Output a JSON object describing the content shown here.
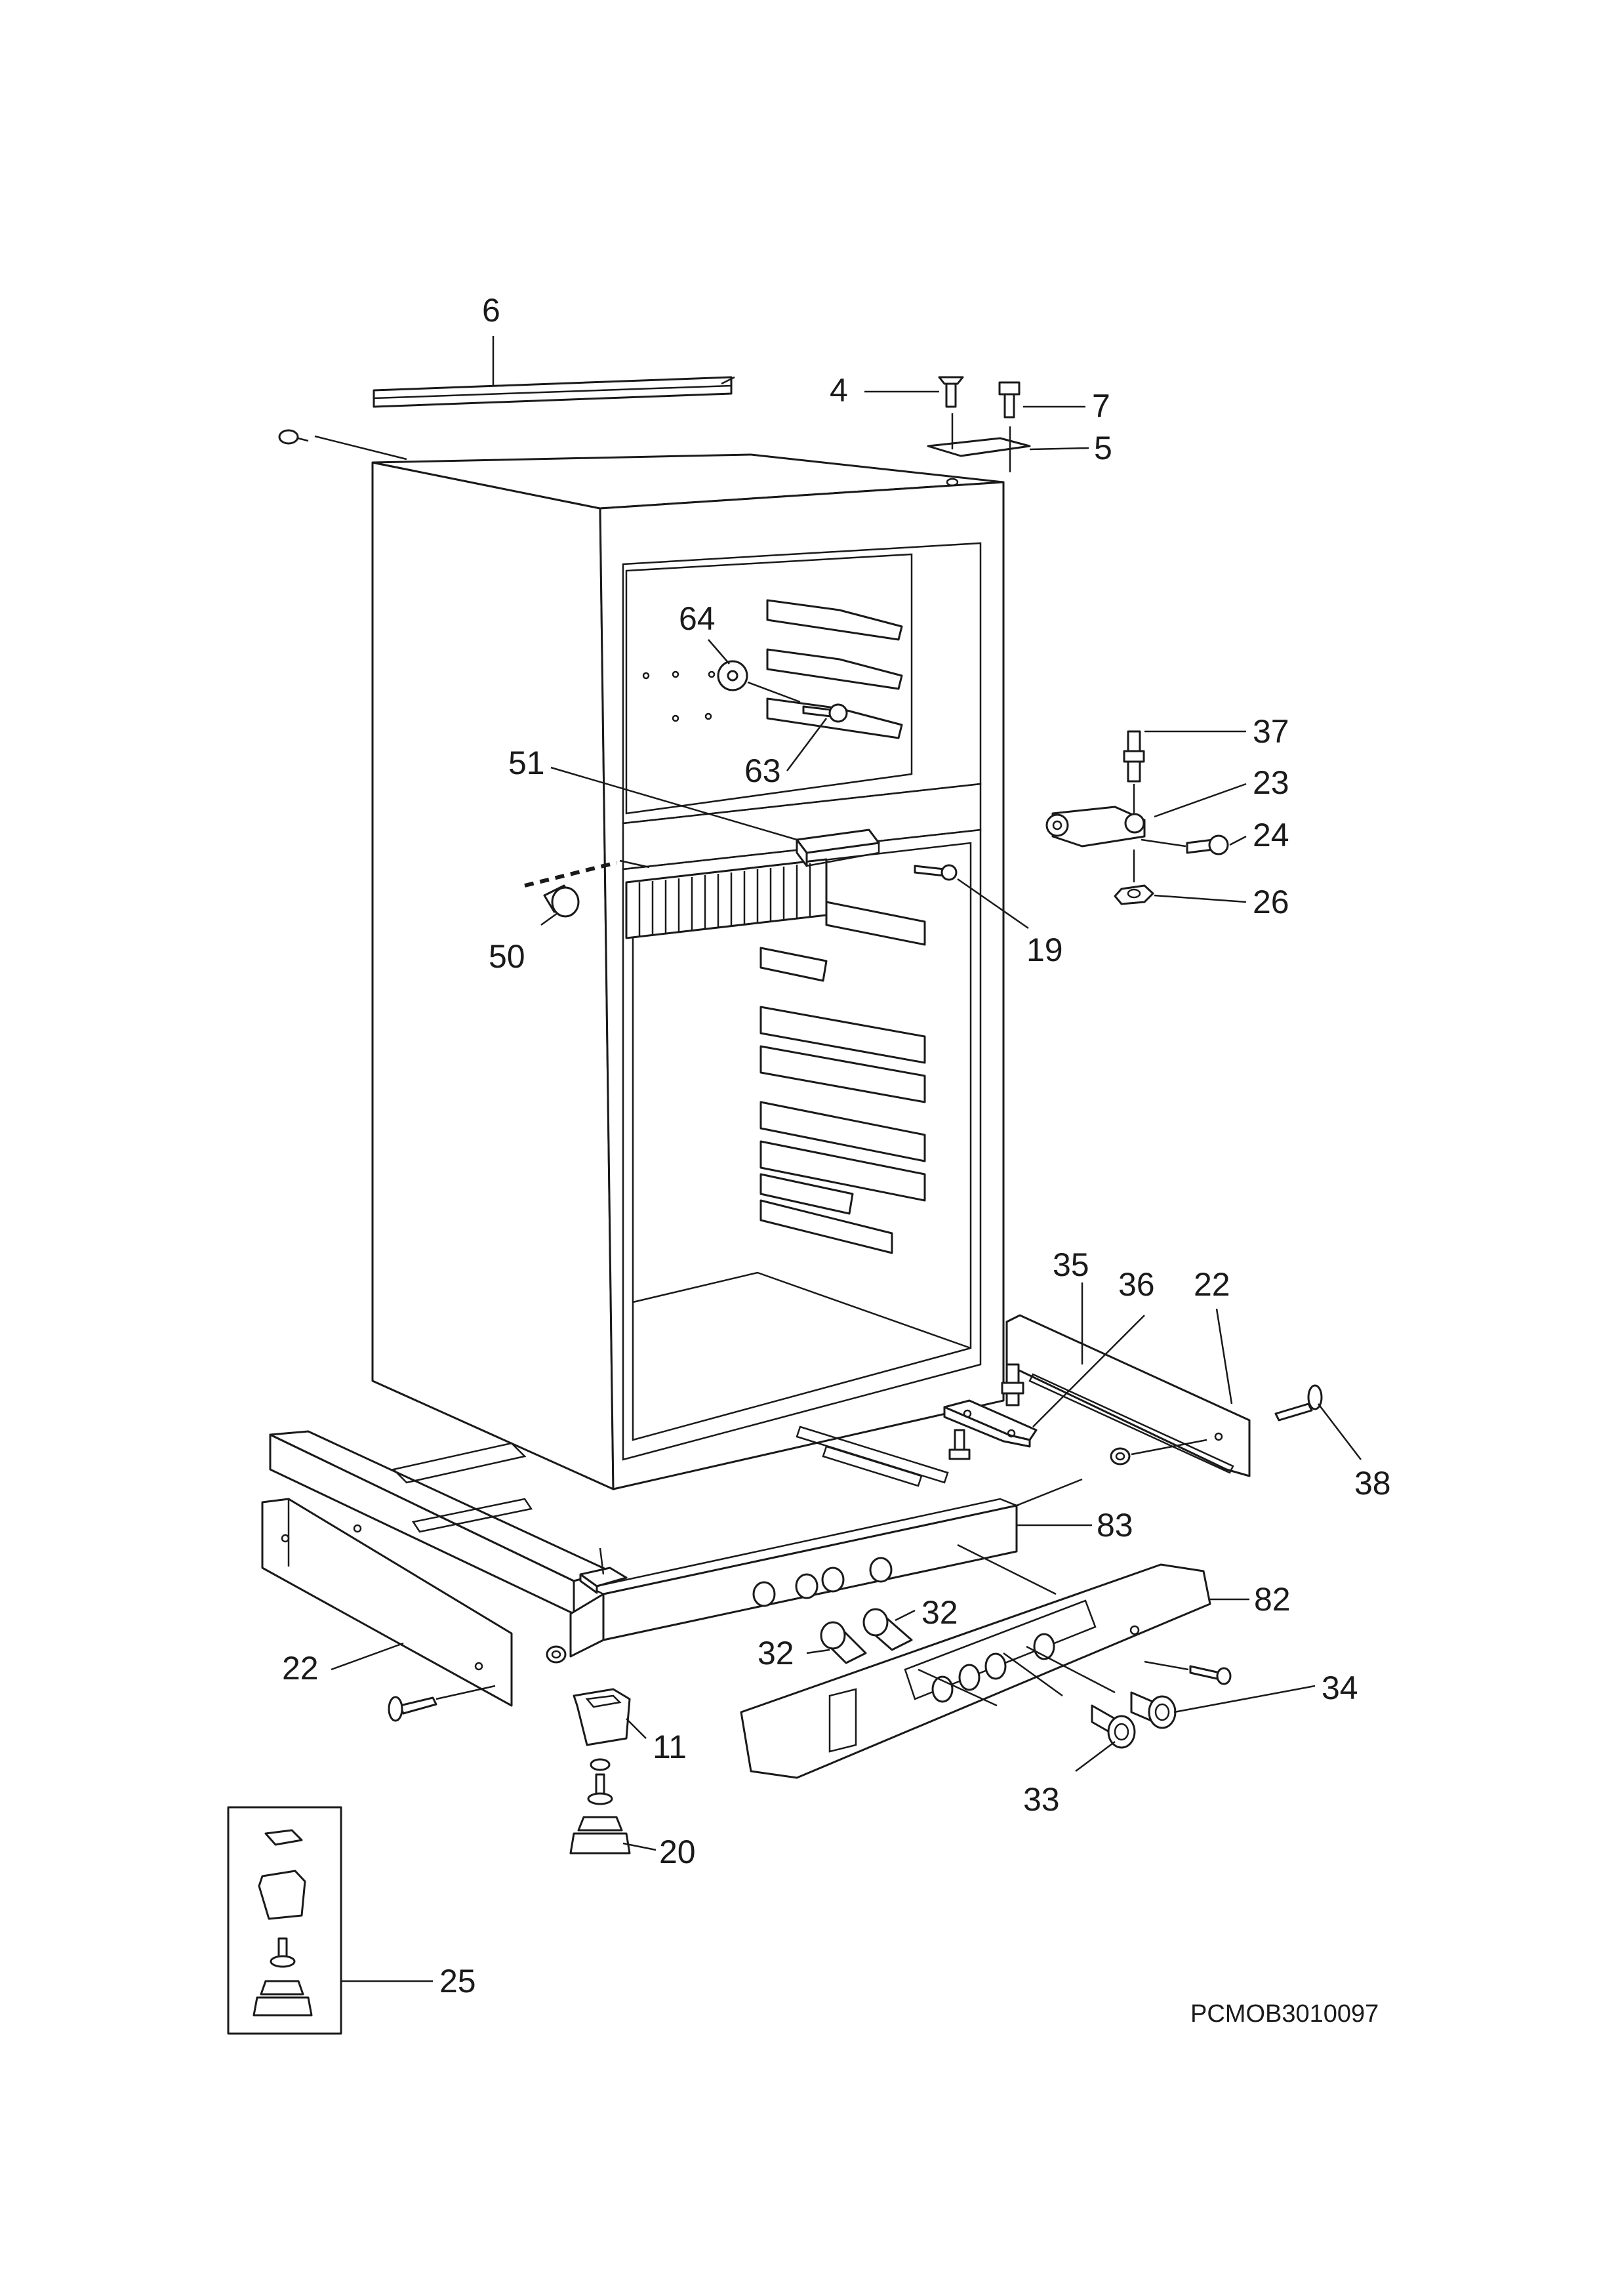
{
  "diagram": {
    "document_code": "PCMOB3010097",
    "callouts": {
      "c6": "6",
      "c4": "4",
      "c7": "7",
      "c5": "5",
      "c64": "64",
      "c63": "63",
      "c51": "51",
      "c50": "50",
      "c19": "19",
      "c37": "37",
      "c23": "23",
      "c24": "24",
      "c26": "26",
      "c35": "35",
      "c36": "36",
      "c22a": "22",
      "c38": "38",
      "c83": "83",
      "c82": "82",
      "c32a": "32",
      "c32b": "32",
      "c34": "34",
      "c33": "33",
      "c22b": "22",
      "c11": "11",
      "c20": "20",
      "c25": "25"
    }
  }
}
